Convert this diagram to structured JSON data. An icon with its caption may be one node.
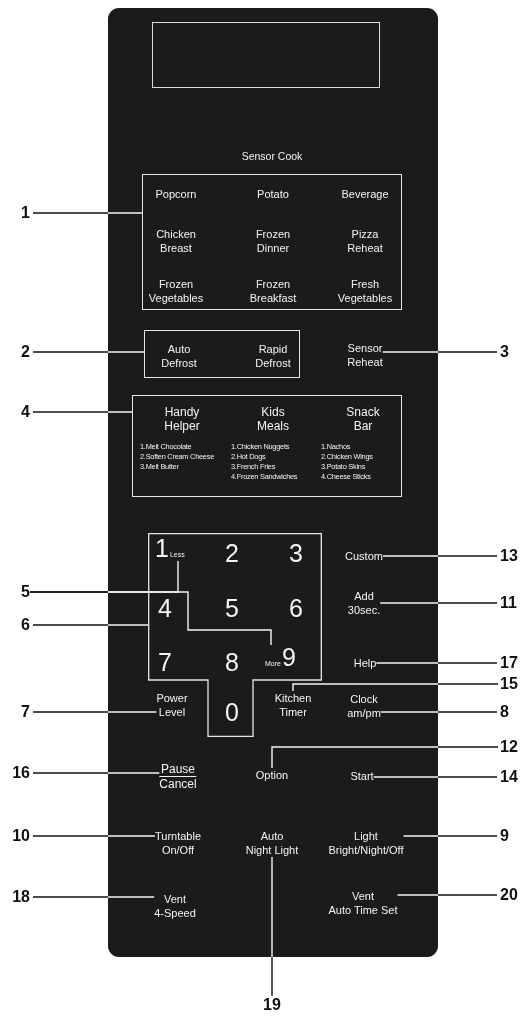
{
  "diagram": {
    "nodes": [
      {
        "text": [],
        "shape": "box"
      },
      {
        "text": [
          "Sensor Cook"
        ],
        "in": 0
      },
      {
        "text": [
          "Popcorn"
        ],
        "in": 1
      },
      {
        "text": [
          "Potato"
        ],
        "in": 1
      },
      {
        "text": [
          "Beverage"
        ],
        "in": 1
      },
      {
        "text": [
          "Chicken Breast"
        ],
        "in": 1
      },
      {
        "text": [
          "Frozen Dinner"
        ],
        "in": 1
      },
      {
        "text": [
          "Pizza Reheat"
        ],
        "in": 1
      },
      {
        "text": [
          "Frozen Vegetables"
        ],
        "in": 1
      },
      {
        "text": [
          "Frozen Breakfast"
        ],
        "in": 1
      },
      {
        "text": [
          "Fresh Vegetables"
        ],
        "in": 1
      },
      {
        "text": [],
        "shape": "box",
        "in": 0
      },
      {
        "text": [
          "Auto Defrost"
        ],
        "in": 11
      },
      {
        "text": [
          "Rapid Defrost"
        ],
        "in": 11
      },
      {
        "text": [
          "Sensor Reheat"
        ],
        "in": 0
      },
      {
        "text": [],
        "shape": "box",
        "in": 0
      },
      {
        "text": [
          "Handy Helper",
          "1.Melt Chocolate",
          "2.Soften Cream Cheese",
          "3.Melt Butter"
        ],
        "in": 15
      },
      {
        "text": [
          "Kids Meals",
          "1.Chicken Nuggets",
          "2.Hot Dogs",
          "3.French Fries",
          "4.Frozen Sandwiches"
        ],
        "in": 15
      },
      {
        "text": [
          "Snack Bar",
          "1.Nachos",
          "2.Chicken Wings",
          "3.Potato Skins",
          "4.Cheese Sticks"
        ],
        "in": 15
      },
      {
        "text": [],
        "shape": "box",
        "in": 0
      },
      {
        "text": [
          "1",
          "Less"
        ],
        "in": 19
      },
      {
        "text": [
          "2"
        ],
        "in": 19
      },
      {
        "text": [
          "3"
        ],
        "in": 19
      },
      {
        "text": [
          "4"
        ],
        "in": 19
      },
      {
        "text": [
          "5"
        ],
        "in": 19
      },
      {
        "text": [
          "6"
        ],
        "in": 19
      },
      {
        "text": [
          "7"
        ],
        "in": 19
      },
      {
        "text": [
          "8"
        ],
        "in": 19
      },
      {
        "text": [
          "More",
          "9"
        ],
        "in": 19
      },
      {
        "text": [
          "0"
        ],
        "in": 19
      },
      {
        "text": [
          "Custom"
        ],
        "in": 0
      },
      {
        "text": [
          "Add 30sec."
        ],
        "in": 0
      },
      {
        "text": [
          "Help"
        ],
        "in": 0
      },
      {
        "text": [
          "Power Level"
        ],
        "in": 0
      },
      {
        "text": [
          "Kitchen Timer"
        ],
        "in": 0
      },
      {
        "text": [
          "Clock am/pm"
        ],
        "in": 0
      },
      {
        "text": [
          "Pause Cancel"
        ],
        "in": 0
      },
      {
        "text": [
          "Option"
        ],
        "in": 0
      },
      {
        "text": [
          "Start"
        ],
        "in": 0
      },
      {
        "text": [
          "Turntable On/Off"
        ],
        "in": 0
      },
      {
        "text": [
          "Auto Night Light"
        ],
        "in": 0
      },
      {
        "text": [
          "Light Bright/Night/Off"
        ],
        "in": 0
      },
      {
        "text": [
          "Vent 4-Speed"
        ],
        "in": 0
      },
      {
        "text": [
          "Vent Auto Time Set"
        ],
        "in": 0
      },
      {
        "text": [
          "1"
        ]
      },
      {
        "text": [
          "2"
        ]
      },
      {
        "text": [
          "3"
        ]
      },
      {
        "text": [
          "4"
        ]
      },
      {
        "text": [
          "13"
        ]
      },
      {
        "text": [
          "5"
        ]
      },
      {
        "text": [
          "11"
        ]
      },
      {
        "text": [
          "6"
        ]
      },
      {
        "text": [
          "17"
        ]
      },
      {
        "text": [
          "15"
        ]
      },
      {
        "text": [
          "7"
        ]
      },
      {
        "text": [
          "8"
        ]
      },
      {
        "text": [
          "12"
        ]
      },
      {
        "text": [
          "16"
        ]
      },
      {
        "text": [
          "14"
        ]
      },
      {
        "text": [
          "10"
        ]
      },
      {
        "text": [
          "9"
        ]
      },
      {
        "text": [
          "20"
        ]
      },
      {
        "text": [
          "18"
        ]
      },
      {
        "text": [
          "19"
        ]
      },
      {
        "text": [],
        "shape": "box",
        "in": 0
      }
    ],
    "edges": [
      {
        "from": 44,
        "to": 1,
        "arrow": "none"
      },
      {
        "from": 45,
        "to": 11,
        "arrow": "none"
      },
      {
        "from": 46,
        "to": 14,
        "arrow": "none"
      },
      {
        "from": 47,
        "to": 15,
        "arrow": "none"
      },
      {
        "from": 48,
        "to": 30,
        "arrow": "none"
      },
      {
        "from": 49,
        "to": 20,
        "arrow": "none"
      },
      {
        "from": 49,
        "to": 28,
        "arrow": "none"
      },
      {
        "from": 50,
        "to": 31,
        "arrow": "none"
      },
      {
        "from": 51,
        "to": 19,
        "arrow": "none"
      },
      {
        "from": 52,
        "to": 32,
        "arrow": "none"
      },
      {
        "from": 53,
        "to": 34,
        "arrow": "none"
      },
      {
        "from": 54,
        "to": 33,
        "arrow": "none"
      },
      {
        "from": 55,
        "to": 35,
        "arrow": "none"
      },
      {
        "from": 56,
        "to": 37,
        "arrow": "none"
      },
      {
        "from": 57,
        "to": 36,
        "arrow": "none"
      },
      {
        "from": 58,
        "to": 38,
        "arrow": "none"
      },
      {
        "from": 59,
        "to": 39,
        "arrow": "none"
      },
      {
        "from": 60,
        "to": 41,
        "arrow": "none"
      },
      {
        "from": 61,
        "to": 43,
        "arrow": "none"
      },
      {
        "from": 62,
        "to": 42,
        "arrow": "none"
      },
      {
        "from": 63,
        "to": 40,
        "arrow": "none"
      }
    ]
  }
}
